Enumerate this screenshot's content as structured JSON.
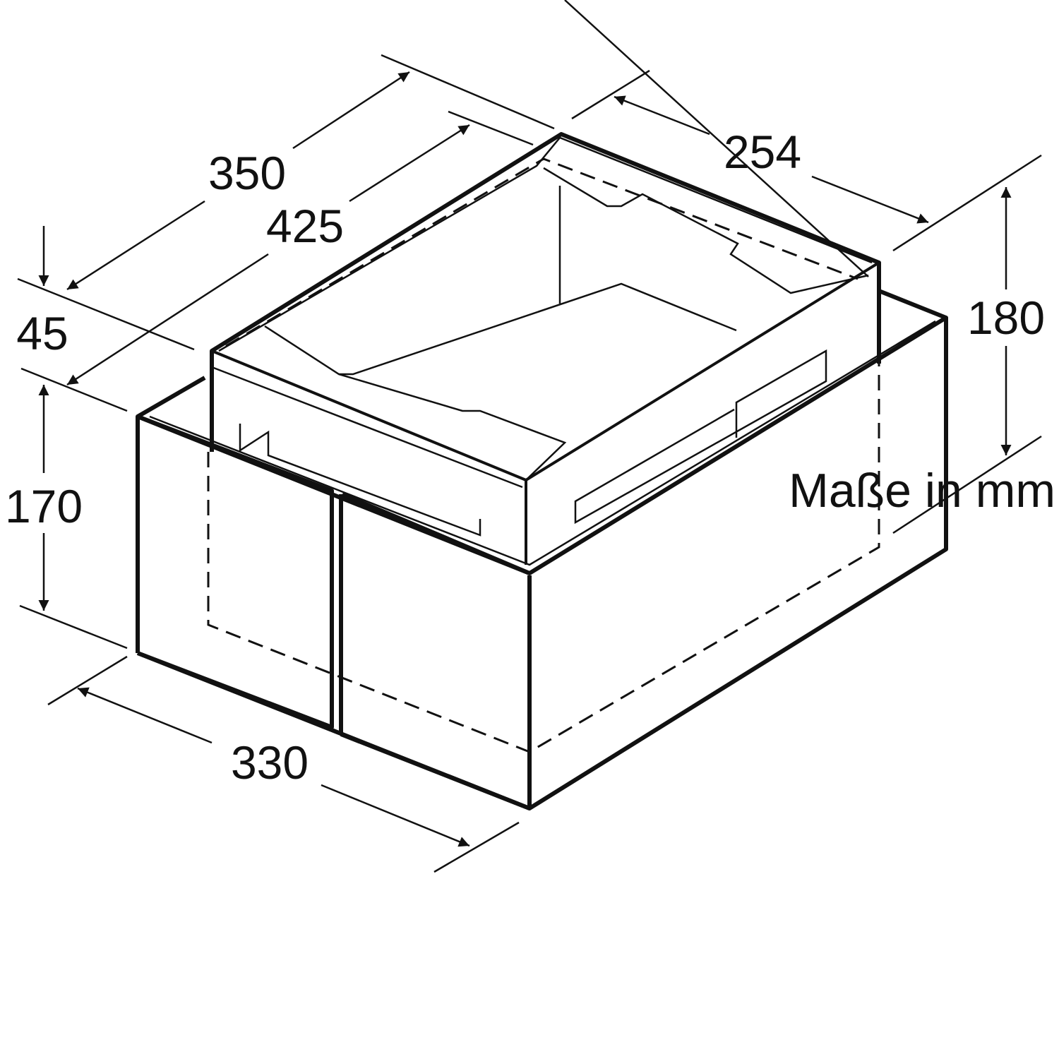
{
  "dimensions": {
    "depth_inner": "350",
    "depth_outer": "425",
    "width_inner": "254",
    "height_right": "180",
    "offset_top": "45",
    "height_left": "170",
    "width_outer": "330"
  },
  "note": "Maße in mm"
}
